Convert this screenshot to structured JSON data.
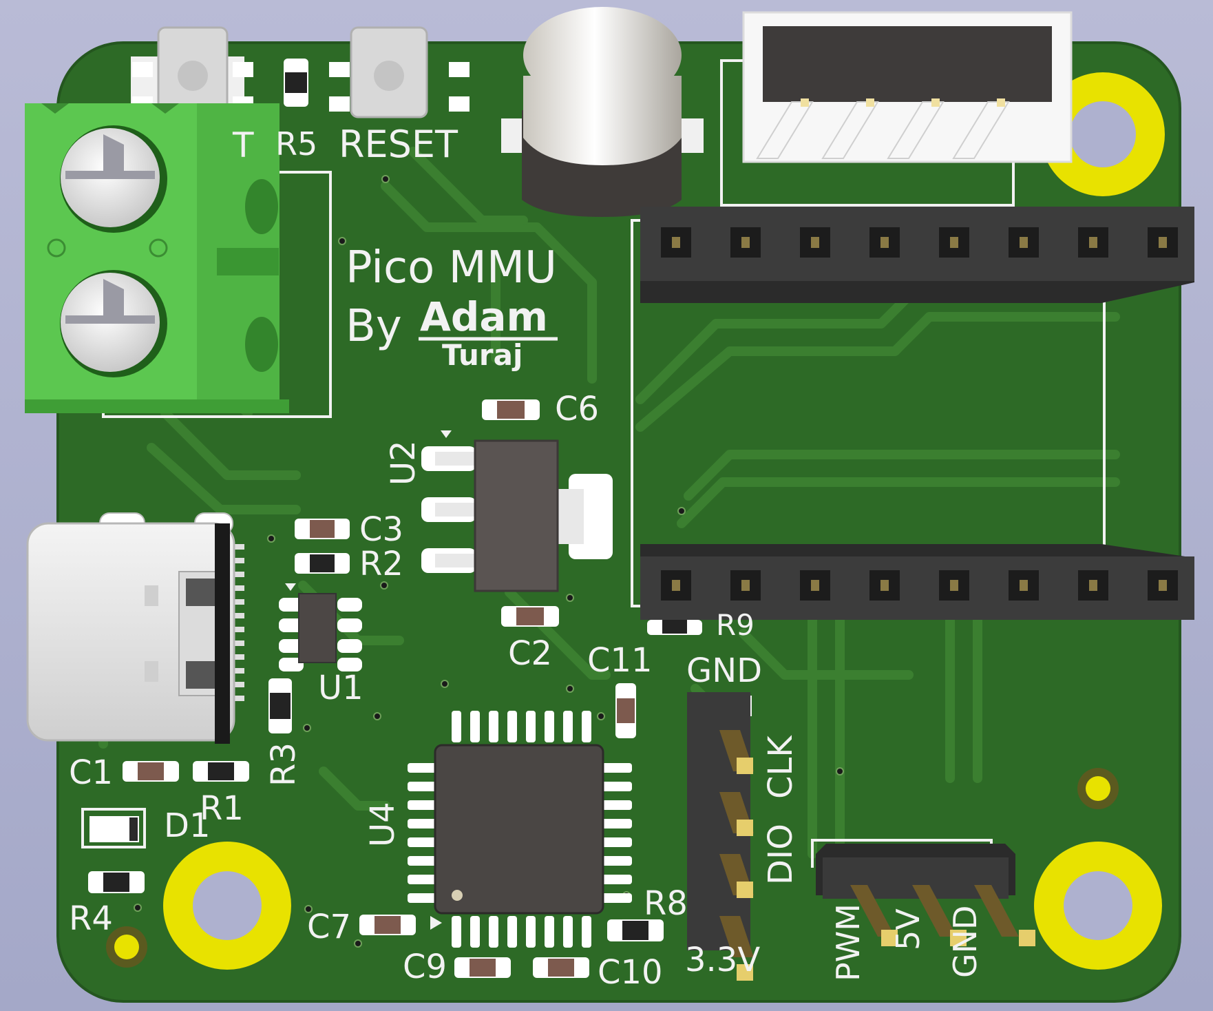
{
  "board": {
    "title_line1": "Pico MMU",
    "by_label": "By",
    "author_first": "Adam",
    "author_last": "Turaj",
    "colors": {
      "board_bg": "#aeb1cf",
      "pcb": "#2d6a26",
      "trace": "#3b7f30",
      "silk": "#f2f2f2",
      "copper_pad": "#e6ce6c",
      "mount_pad": "#e8e200",
      "terminal_green": "#55c24a"
    }
  },
  "labels": {
    "sw1_partial": "T",
    "r5": "R5",
    "reset": "RESET",
    "c6": "C6",
    "u2": "U2",
    "c3": "C3",
    "r2": "R2",
    "c2": "C2",
    "u1": "U1",
    "c11": "C11",
    "r9_partial": "R9",
    "gnd_header": "GND",
    "clk": "CLK",
    "dio": "DIO",
    "v33_partial": "3.3V",
    "c1": "C1",
    "r1": "R1",
    "r3": "R3",
    "d1": "D1",
    "u4": "U4",
    "r4": "R4",
    "c7": "C7",
    "r8": "R8",
    "c9": "C9",
    "c10": "C10",
    "pwm_partial": "PWM",
    "five_v_partial": "5V",
    "gnd_partial": "GND"
  },
  "icons": {
    "screw_terminal": "screw-terminal-icon",
    "usb_c": "usb-c-connector-icon",
    "buzzer": "buzzer-icon",
    "jst_connector": "jst-connector-icon",
    "pin_header": "pin-header-icon",
    "mounting_hole": "mounting-hole-icon",
    "qfn_chip": "qfn-chip-icon"
  }
}
